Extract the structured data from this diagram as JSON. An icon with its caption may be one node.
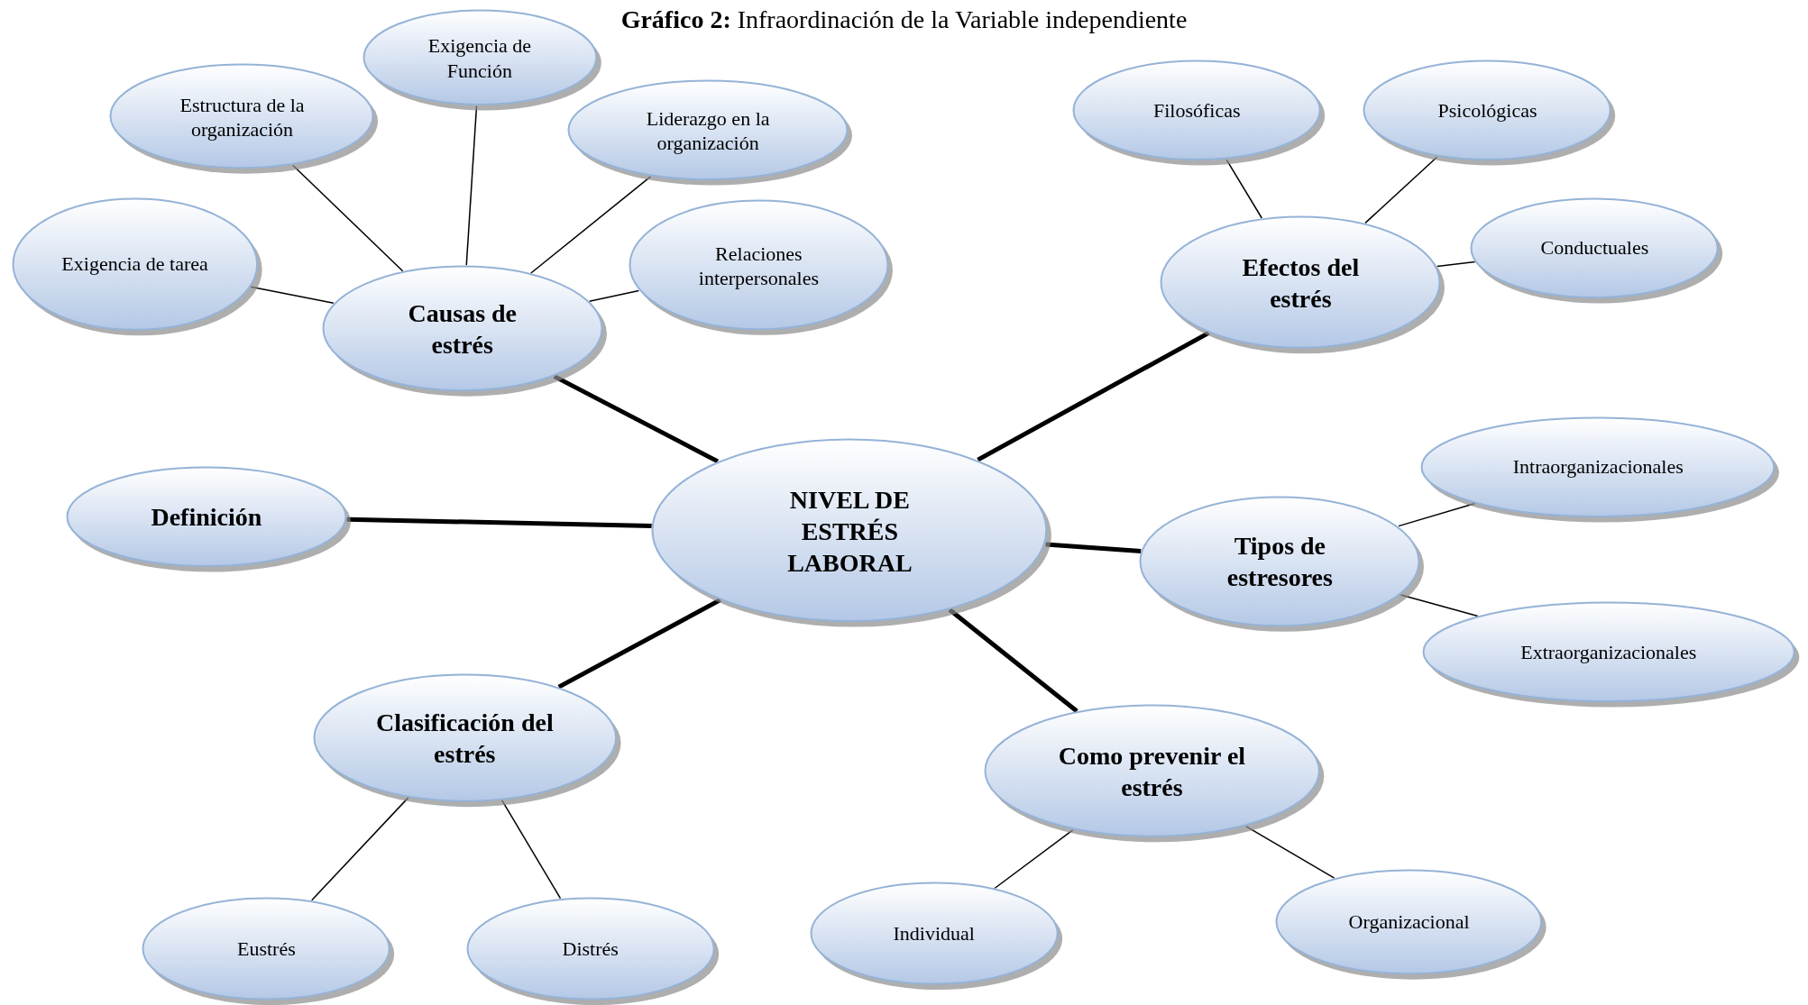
{
  "diagram": {
    "title": "**Gráfico 2:** Infraordinación de la Variable independiente",
    "nodes": [
      {
        "text": [
          "NIVEL DE ESTRÉS LABORAL"
        ]
      },
      {
        "text": [
          "Causas de estrés"
        ]
      },
      {
        "text": [
          "Exigencia de tarea"
        ]
      },
      {
        "text": [
          "Estructura de la organización"
        ]
      },
      {
        "text": [
          "Exigencia de Función"
        ]
      },
      {
        "text": [
          "Liderazgo en la organización"
        ]
      },
      {
        "text": [
          "Relaciones interpersonales"
        ]
      },
      {
        "text": [
          "Efectos del estrés"
        ]
      },
      {
        "text": [
          "Filosóficas"
        ]
      },
      {
        "text": [
          "Psicológicas"
        ]
      },
      {
        "text": [
          "Conductuales"
        ]
      },
      {
        "text": [
          "Definición"
        ]
      },
      {
        "text": [
          "Tipos de estresores"
        ]
      },
      {
        "text": [
          "Intraorganizacionales"
        ]
      },
      {
        "text": [
          "Extraorganizacionales"
        ]
      },
      {
        "text": [
          "Clasificación del estrés"
        ]
      },
      {
        "text": [
          "Eustrés"
        ]
      },
      {
        "text": [
          "Distrés"
        ]
      },
      {
        "text": [
          "Como prevenir el estrés"
        ]
      },
      {
        "text": [
          "Individual"
        ]
      },
      {
        "text": [
          "Organizacional"
        ]
      }
    ],
    "edges": [
      {
        "from": 0,
        "to": 1,
        "arrow": "none",
        "style": "thick"
      },
      {
        "from": 0,
        "to": 7,
        "arrow": "none",
        "style": "thick"
      },
      {
        "from": 0,
        "to": 11,
        "arrow": "none",
        "style": "thick"
      },
      {
        "from": 0,
        "to": 12,
        "arrow": "none",
        "style": "thick"
      },
      {
        "from": 0,
        "to": 15,
        "arrow": "none",
        "style": "thick"
      },
      {
        "from": 0,
        "to": 18,
        "arrow": "none",
        "style": "thick"
      },
      {
        "from": 1,
        "to": 2,
        "arrow": "none"
      },
      {
        "from": 1,
        "to": 3,
        "arrow": "none"
      },
      {
        "from": 1,
        "to": 4,
        "arrow": "none"
      },
      {
        "from": 1,
        "to": 5,
        "arrow": "none"
      },
      {
        "from": 1,
        "to": 6,
        "arrow": "none"
      },
      {
        "from": 7,
        "to": 8,
        "arrow": "none"
      },
      {
        "from": 7,
        "to": 9,
        "arrow": "none"
      },
      {
        "from": 7,
        "to": 10,
        "arrow": "none"
      },
      {
        "from": 12,
        "to": 13,
        "arrow": "none"
      },
      {
        "from": 12,
        "to": 14,
        "arrow": "none"
      },
      {
        "from": 15,
        "to": 16,
        "arrow": "none"
      },
      {
        "from": 15,
        "to": 17,
        "arrow": "none"
      },
      {
        "from": 18,
        "to": 19,
        "arrow": "none"
      },
      {
        "from": 18,
        "to": 20,
        "arrow": "none"
      }
    ]
  }
}
